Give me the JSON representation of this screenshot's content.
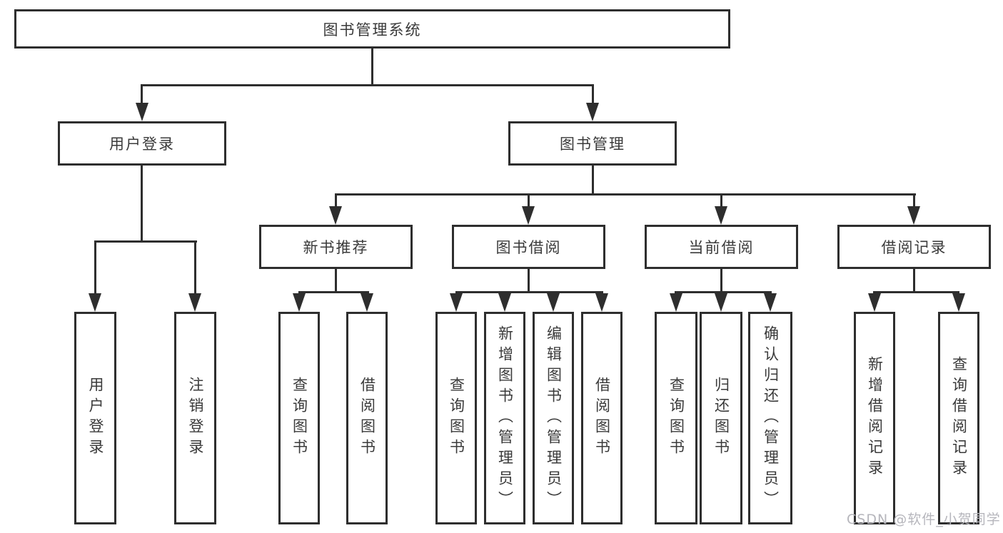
{
  "diagram": {
    "root": {
      "label": "图书管理系统"
    },
    "level2": [
      {
        "label": "用户登录"
      },
      {
        "label": "图书管理"
      }
    ],
    "level3": [
      {
        "label": "新书推荐"
      },
      {
        "label": "图书借阅"
      },
      {
        "label": "当前借阅"
      },
      {
        "label": "借阅记录"
      }
    ],
    "leaves": [
      {
        "label": "用户登录"
      },
      {
        "label": "注销登录"
      },
      {
        "label": "查询图书"
      },
      {
        "label": "借阅图书"
      },
      {
        "label": "查询图书"
      },
      {
        "label": "新增图书（管理员）"
      },
      {
        "label": "编辑图书（管理员）"
      },
      {
        "label": "借阅图书"
      },
      {
        "label": "查询图书"
      },
      {
        "label": "归还图书"
      },
      {
        "label": "确认归还（管理员）"
      },
      {
        "label": "新增借阅记录"
      },
      {
        "label": "查询借阅记录"
      }
    ],
    "watermark": "CSDN @软件_小贺同学",
    "colors": {
      "line": "#2e2e2e",
      "text": "#3a3a3a",
      "watermark": "#b6b6bc",
      "background": "#ffffff"
    }
  }
}
